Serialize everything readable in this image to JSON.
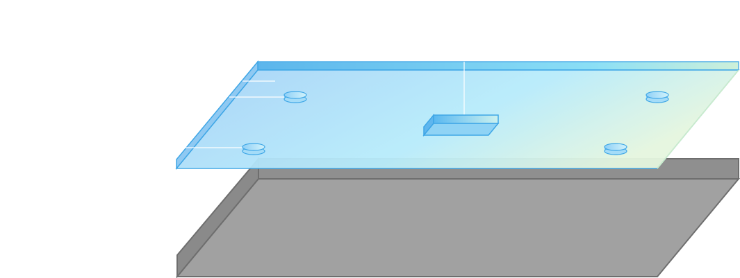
{
  "colors": {
    "background": "#ffffff",
    "base_top": "#a1a1a1",
    "base_side": "#8f8f8f",
    "base_edge": "#6e6e6e",
    "glass_start": "#a6d3f7",
    "glass_mid": "#b8ecfb",
    "glass_end": "#e5f6df",
    "glass_edge": "#3ea6e6",
    "leader_line": "#ffffff"
  },
  "components": {
    "base_plate": "base-plate",
    "glass_cover": "glass-cover",
    "center_tab": "center-tab",
    "dots": [
      "dot-top-left",
      "dot-top-right",
      "dot-bottom-left",
      "dot-bottom-right"
    ]
  }
}
